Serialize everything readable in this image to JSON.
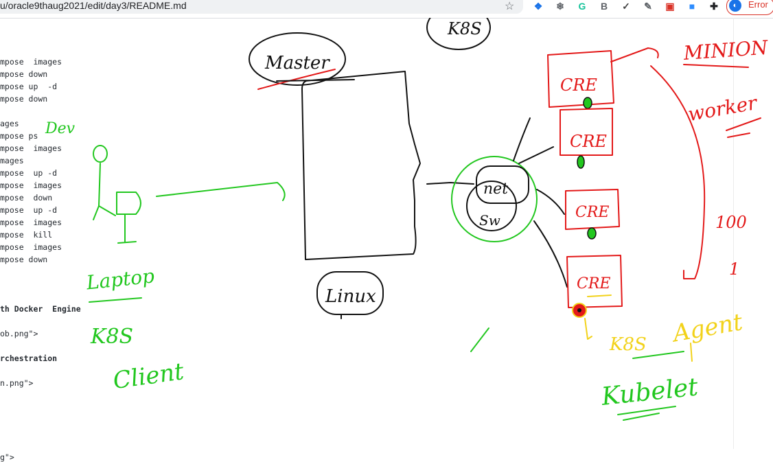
{
  "browser": {
    "url": "u/oracle9thaug2021/edit/day3/README.md",
    "star_icon": "star-icon",
    "extensions": [
      {
        "name": "extension-blue-icon",
        "glyph": "❖",
        "color": "#1a73e8"
      },
      {
        "name": "extension-snowflake-icon",
        "glyph": "❄",
        "color": "#5f6368"
      },
      {
        "name": "extension-grammarly-icon",
        "glyph": "G",
        "color": "#15c39a"
      },
      {
        "name": "extension-reader-icon",
        "glyph": "B",
        "color": "#5f6368"
      },
      {
        "name": "extension-todo-icon",
        "glyph": "✓",
        "color": "#444"
      },
      {
        "name": "extension-edit-icon",
        "glyph": "✎",
        "color": "#5f6368"
      },
      {
        "name": "extension-gallery-icon",
        "glyph": "▣",
        "color": "#d93025"
      },
      {
        "name": "extension-zoom-icon",
        "glyph": "■",
        "color": "#2d8cff"
      },
      {
        "name": "extension-puzzle-icon",
        "glyph": "✚",
        "color": "#202124"
      }
    ],
    "error_label": "Error"
  },
  "editor": {
    "lines": [
      {
        "text": "mpose  images",
        "bold": false
      },
      {
        "text": "mpose down",
        "bold": false
      },
      {
        "text": "mpose up  -d",
        "bold": false
      },
      {
        "text": "mpose down",
        "bold": false
      },
      {
        "text": "",
        "bold": false
      },
      {
        "text": "ages",
        "bold": false
      },
      {
        "text": "mpose ps",
        "bold": false
      },
      {
        "text": "mpose  images",
        "bold": false
      },
      {
        "text": "mages",
        "bold": false
      },
      {
        "text": "mpose  up -d",
        "bold": false
      },
      {
        "text": "mpose  images",
        "bold": false
      },
      {
        "text": "mpose  down",
        "bold": false
      },
      {
        "text": "mpose  up -d",
        "bold": false
      },
      {
        "text": "mpose  images",
        "bold": false
      },
      {
        "text": "mpose  kill",
        "bold": false
      },
      {
        "text": "mpose  images",
        "bold": false
      },
      {
        "text": "mpose down",
        "bold": false
      },
      {
        "text": "",
        "bold": false
      },
      {
        "text": "",
        "bold": false
      },
      {
        "text": "",
        "bold": false
      },
      {
        "text": "th Docker  Engine",
        "bold": true
      },
      {
        "text": "",
        "bold": false
      },
      {
        "text": "ob.png\">",
        "bold": false
      },
      {
        "text": "",
        "bold": false
      },
      {
        "text": "rchestration",
        "bold": true
      },
      {
        "text": "",
        "bold": false
      },
      {
        "text": "n.png\">",
        "bold": false
      },
      {
        "text": "",
        "bold": false
      },
      {
        "text": "",
        "bold": false
      },
      {
        "text": "",
        "bold": false
      },
      {
        "text": "",
        "bold": false
      },
      {
        "text": "",
        "bold": false
      },
      {
        "text": "g\">",
        "bold": false
      }
    ]
  },
  "annotations": {
    "k8s_title": "K8S",
    "master": "Master",
    "linux": "Linux",
    "dev": "Dev",
    "laptop": "Laptop",
    "k8s_client_1": "K8S",
    "k8s_client_2": "Client",
    "minion": "MINION",
    "worker": "worker",
    "cre": "CRE",
    "hundred": "100",
    "one": "1",
    "net": "net",
    "sw": "Sw",
    "k8s_agent_1": "K8S",
    "k8s_agent_2": "Agent",
    "kubelet": "Kubelet"
  }
}
